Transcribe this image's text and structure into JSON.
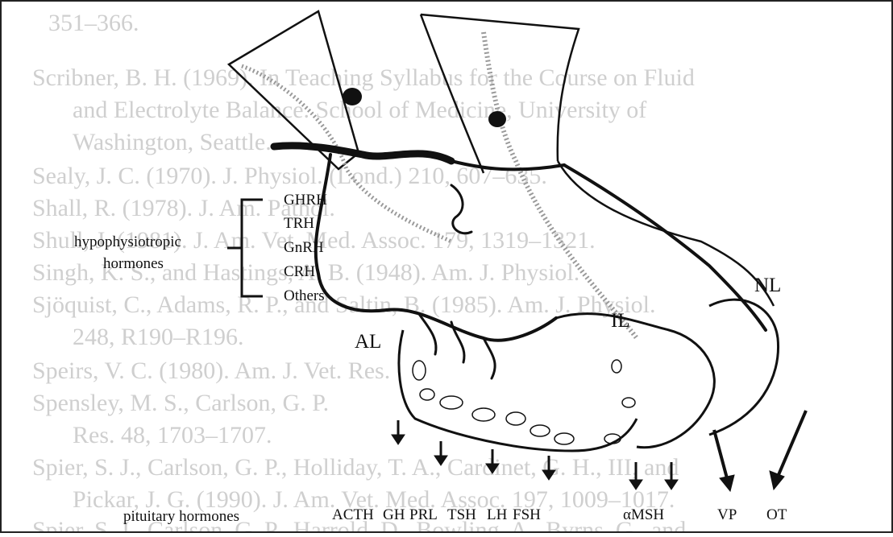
{
  "background_text": [
    "351–366.",
    "Scribner, B. H. (1969). In Teaching Syllabus for the Course on Fluid",
    "and Electrolyte Balance. School of Medicine, University of",
    "Washington, Seattle.",
    "Sealy, J. C. (1970). J. Physiol. (Lond.) 210, 607–635.",
    "Shall, R. (1978). J. Am. Pathol.",
    "Shull, J. (1981). J. Am. Vet. Med. Assoc. 179, 1319–1321.",
    "Singh, K. S., and Hastings, A. B. (1948). Am. J. Physiol.",
    "Sjöquist, C., Adams, R. P., and Saltin, B. (1985). Am. J. Physiol.",
    "248, R190–R196.",
    "Speirs, V. C. (1980). Am. J. Vet. Res.",
    "Spensley, M. S., Carlson, G. P.",
    "Res. 48, 1703–1707.",
    "Spier, S. J., Carlson, G. P., Holliday, T. A., Cardinet, G. H., III, and",
    "Pickar, J. G. (1990). J. Am. Vet. Med. Assoc. 197, 1009–1017.",
    "Spier, S. J., Carlson, G. P., Harrold, D., Bowling, A., Byrns, G., and"
  ],
  "labels": {
    "hypophysiotropic_line1": "hypophysiotropic",
    "hypophysiotropic_line2": "hormones",
    "AL": "AL",
    "IL": "IL",
    "NL": "NL",
    "pituitary": "pituitary hormones"
  },
  "releasing_hormones": [
    "GHRH",
    "TRH",
    "GnRH",
    "CRH",
    "Others"
  ],
  "output_hormones": [
    "ACTH",
    "GH",
    "PRL",
    "TSH",
    "LH",
    "FSH",
    "αMSH",
    "VP",
    "OT"
  ],
  "colors": {
    "ink": "#111111",
    "background_text": "#cfcfcf",
    "stipple": "#9a9a9a"
  }
}
